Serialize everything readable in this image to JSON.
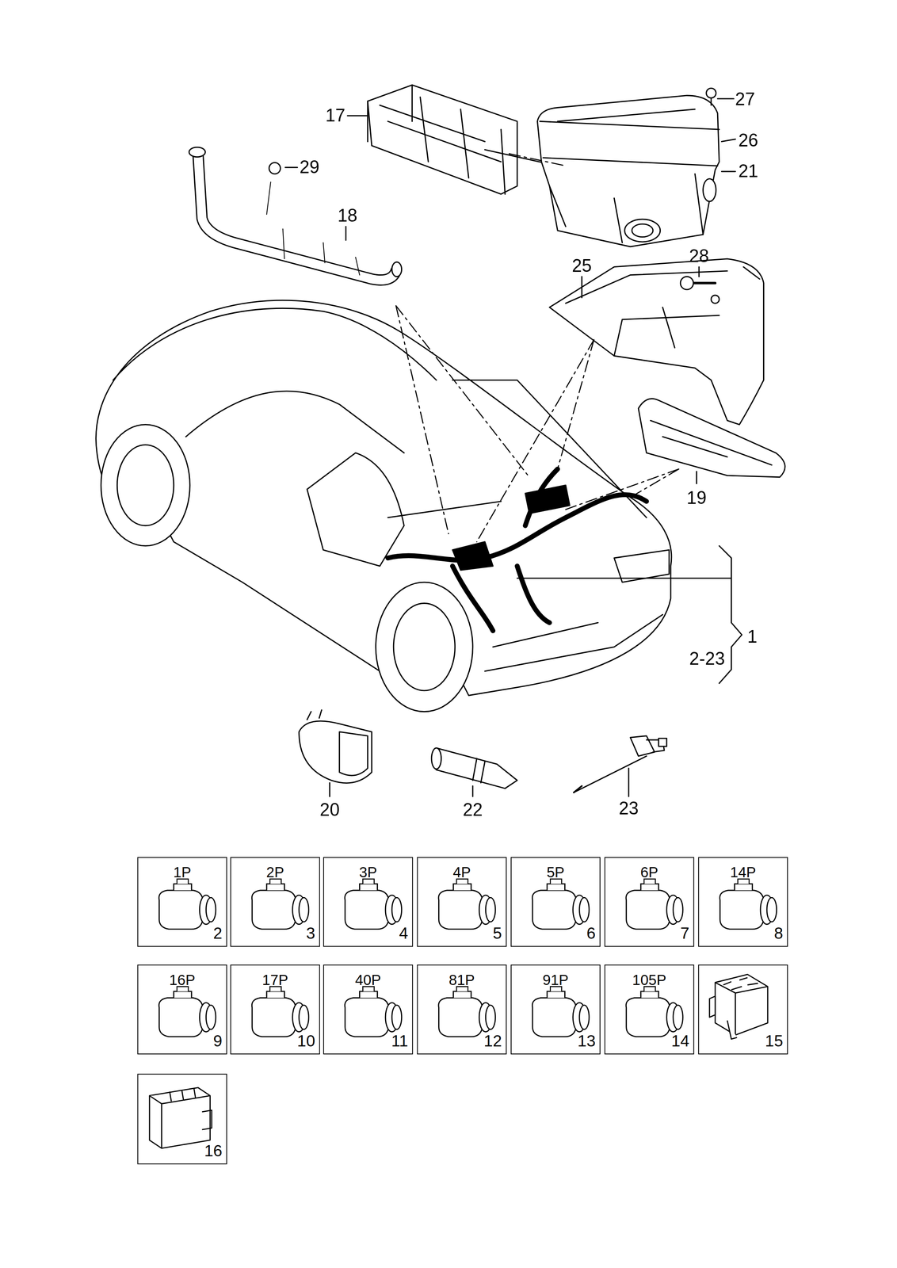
{
  "diagram": {
    "nodes": [
      {
        "text": [
          "1P",
          "2"
        ]
      },
      {
        "text": [
          "2P",
          "3"
        ]
      },
      {
        "text": [
          "3P",
          "4"
        ]
      },
      {
        "text": [
          "4P",
          "5"
        ]
      },
      {
        "text": [
          "5P",
          "6"
        ]
      },
      {
        "text": [
          "6P",
          "7"
        ]
      },
      {
        "text": [
          "14P",
          "8"
        ]
      },
      {
        "text": [
          "16P",
          "9"
        ]
      },
      {
        "text": [
          "17P",
          "10"
        ]
      },
      {
        "text": [
          "40P",
          "11"
        ]
      },
      {
        "text": [
          "81P",
          "12"
        ]
      },
      {
        "text": [
          "91P",
          "13"
        ]
      },
      {
        "text": [
          "105P",
          "14"
        ]
      },
      {
        "text": [
          "15"
        ]
      },
      {
        "text": [
          "16"
        ]
      }
    ],
    "labels": [
      "17",
      "27",
      "29",
      "26",
      "21",
      "18",
      "25",
      "28",
      "19",
      "1",
      "2-23",
      "20",
      "22",
      "23"
    ]
  }
}
